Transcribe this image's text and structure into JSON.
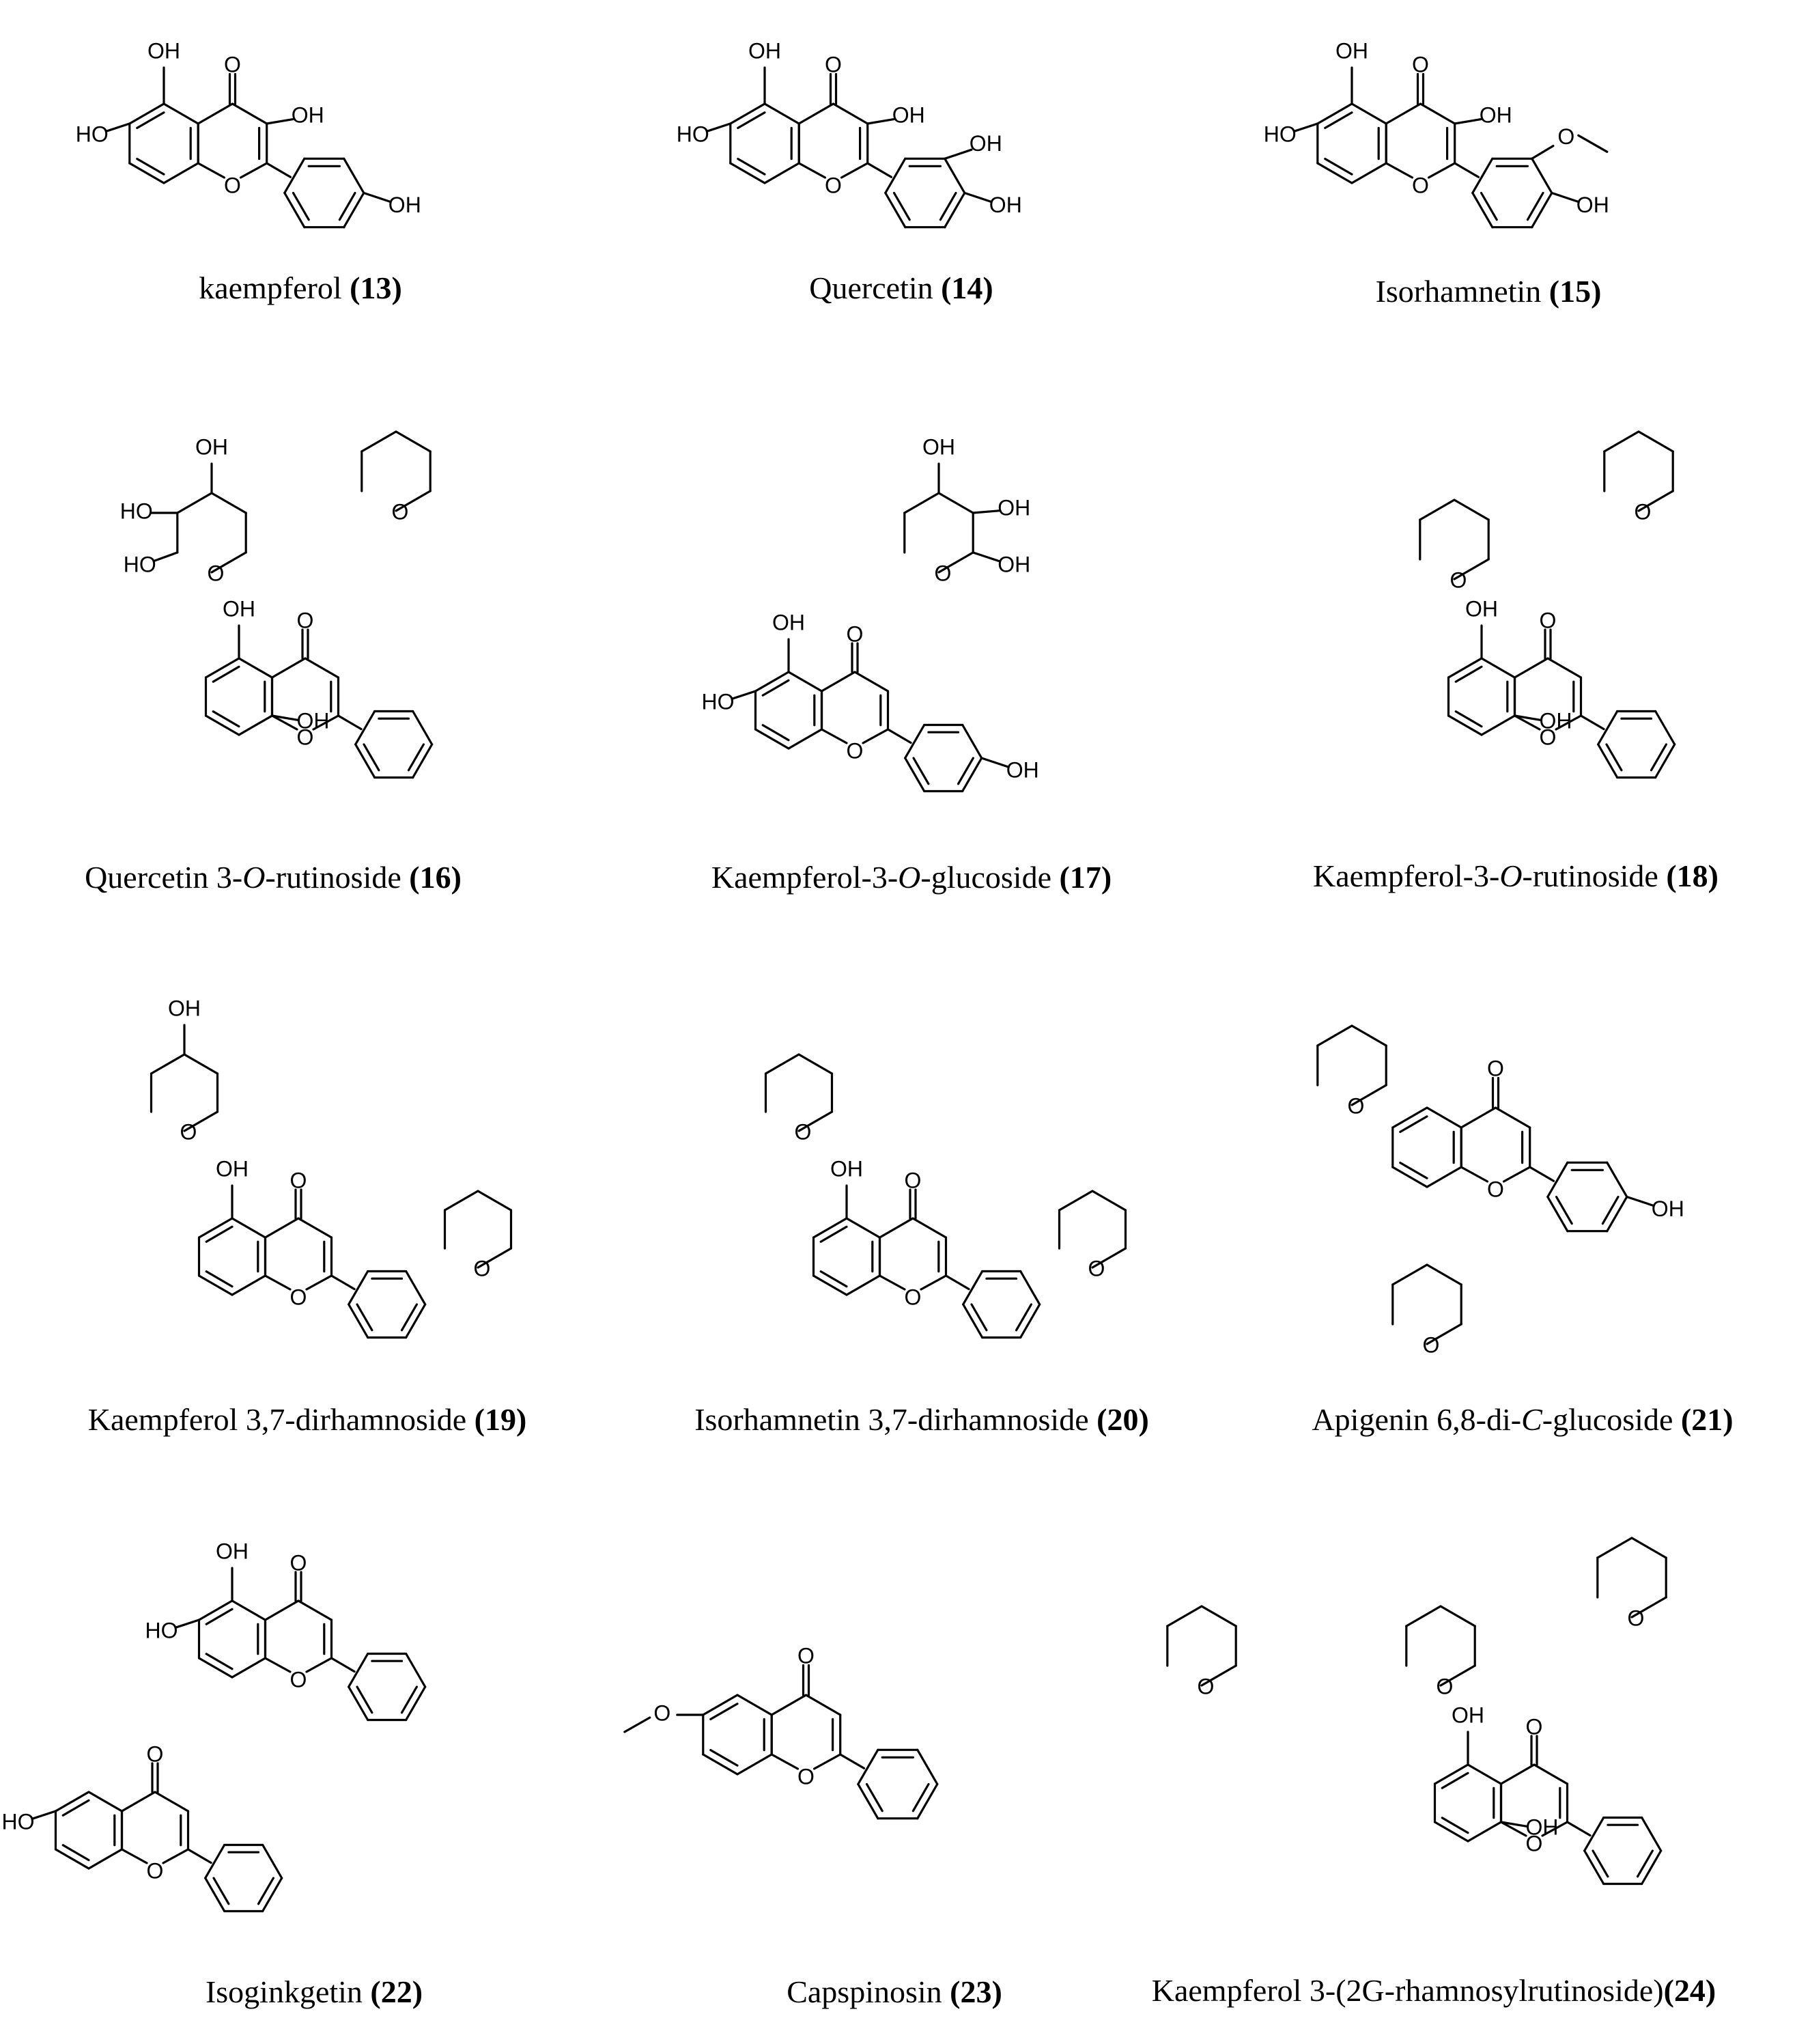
{
  "figure": {
    "compounds": [
      {
        "name": "kaempferol",
        "number": "(13)"
      },
      {
        "name": "Quercetin",
        "number": "(14)"
      },
      {
        "name": "Isorhamnetin",
        "number": "(15)"
      },
      {
        "name_pre": "Quercetin 3-",
        "name_italic": "O",
        "name_post": "-rutinoside",
        "number": "(16)"
      },
      {
        "name_pre": "Kaempferol-3-",
        "name_italic": "O",
        "name_post": "-glucoside",
        "number": "(17)"
      },
      {
        "name_pre": "Kaempferol-3-",
        "name_italic": "O",
        "name_post": "-rutinoside",
        "number": "(18)"
      },
      {
        "name": "Kaempferol 3,7-dirhamnoside",
        "number": "(19)"
      },
      {
        "name": "Isorhamnetin 3,7-dirhamnoside",
        "number": "(20)"
      },
      {
        "name_pre": "Apigenin 6,8-di-",
        "name_italic": "C",
        "name_post": "-glucoside",
        "number": "(21)"
      },
      {
        "name": "Isoginkgetin",
        "number": "(22)"
      },
      {
        "name": "Capspinosin",
        "number": "(23)"
      },
      {
        "name": "Kaempferol 3-(2G-rhamnosylrutinoside)",
        "number": "(24)"
      }
    ]
  },
  "atom_labels": {
    "hydroxyl": "OH",
    "hydroxyl_left": "HO",
    "oxygen": "O"
  }
}
